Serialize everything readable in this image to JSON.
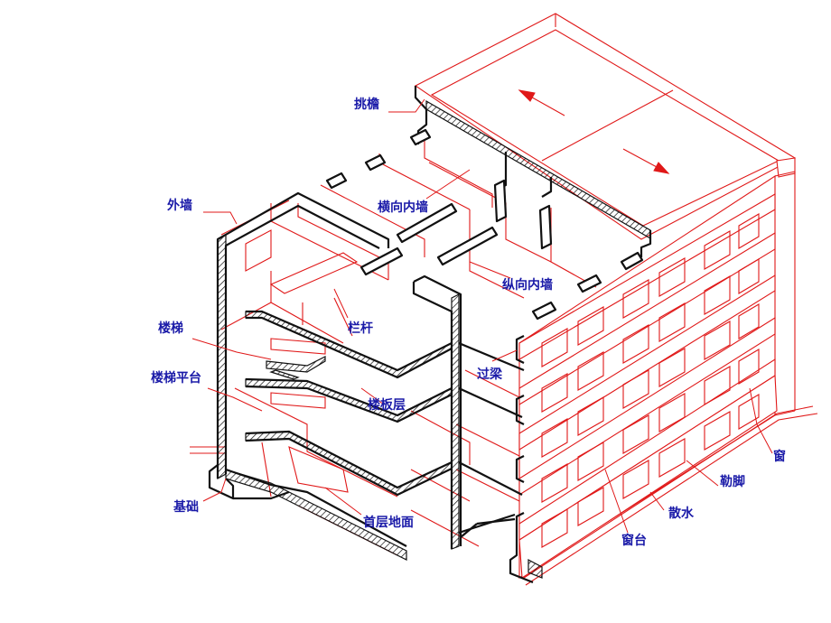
{
  "labels": {
    "tiao_yan": "挑檐",
    "wai_qiang": "外墙",
    "heng_xiang_nei_qiang": "横向内墙",
    "zong_xiang_nei_qiang": "纵向内墙",
    "lan_gan": "栏杆",
    "lou_ti": "楼梯",
    "lou_ti_ping_tai": "楼梯平台",
    "guo_liang": "过梁",
    "lou_ban_ceng": "楼板层",
    "ji_chu": "基础",
    "shou_ceng_di_mian": "首层地面",
    "chuang": "窗",
    "le_jiao": "勒脚",
    "san_shui": "散水",
    "chuang_tai": "窗台"
  },
  "colors": {
    "label_text": "#1a1aa8",
    "structure_line": "#e01818",
    "section_line": "#111111"
  }
}
